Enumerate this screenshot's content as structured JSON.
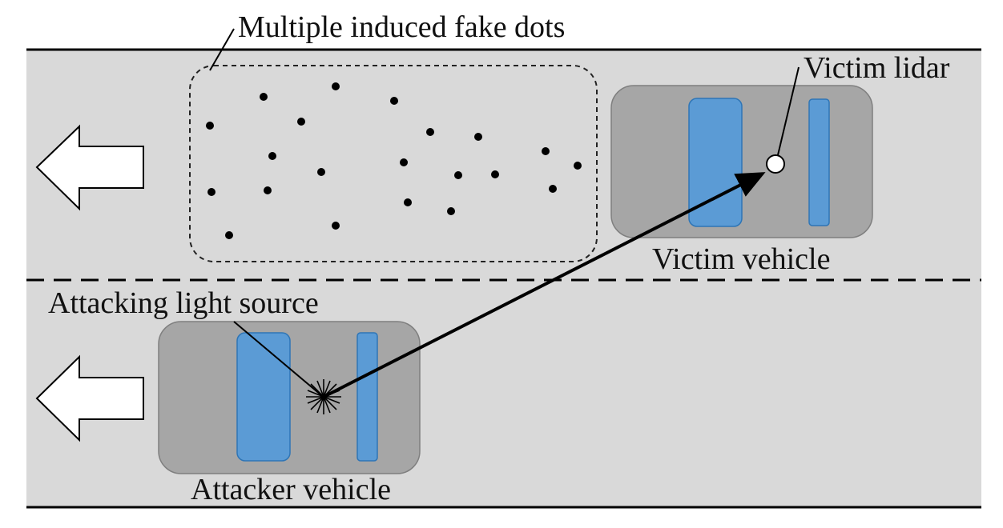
{
  "labels": {
    "fake_dots": "Multiple induced fake dots",
    "victim_lidar": "Victim lidar",
    "victim_vehicle": "Victim vehicle",
    "attacking_light_source": "Attacking light source",
    "attacker_vehicle": "Attacker vehicle"
  },
  "colors": {
    "road": "#d9d9d9",
    "vehicle_body": "#a6a6a6",
    "window": "#5b9bd5",
    "window_border": "#2e75b6",
    "line": "#000000",
    "lidar": "#ffffff"
  },
  "icons": {
    "direction_arrow": "left-arrow-icon",
    "light_source": "starburst-icon",
    "lidar": "lidar-circle-icon"
  }
}
